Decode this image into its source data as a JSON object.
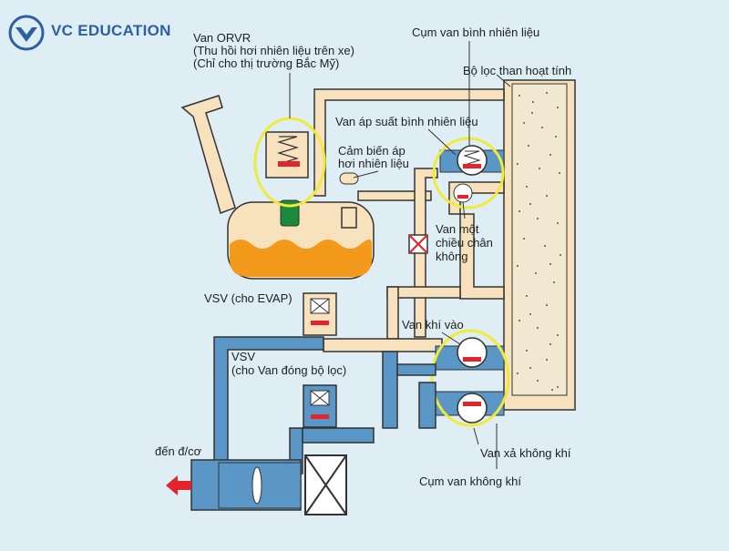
{
  "brand": {
    "name": "VC EDUCATION",
    "logo": "vc-education-logo"
  },
  "labels": {
    "orvr_line1": "Van ORVR",
    "orvr_line2": "(Thu hồi hơi nhiên liệu trên xe)",
    "orvr_line3": "(Chỉ cho thị trường Bắc Mỹ)",
    "tank_valve_assembly": "Cụm van bình nhiên liệu",
    "charcoal_canister": "Bộ lọc than hoạt tính",
    "tank_pressure_valve": "Van áp suất bình nhiên liệu",
    "vapor_sensor_line1": "Cảm biến áp",
    "vapor_sensor_line2": "hơi nhiên liệu",
    "vacuum_check_line1": "Van một",
    "vacuum_check_line2": "chiều chân",
    "vacuum_check_line3": "không",
    "vsv_evap": "VSV (cho EVAP)",
    "air_inlet_valve": "Van khí vào",
    "vsv_closed_line1": "VSV",
    "vsv_closed_line2": "(cho Van đóng bộ lọc)",
    "to_engine": "đến đ/cơ",
    "air_drain_valve": "Van xả không khí",
    "air_valve_assembly": "Cụm van không khí"
  },
  "colors": {
    "background": "#dfeef4",
    "pipe_beige": "#f7e2bd",
    "pipe_blue": "#5b97c6",
    "fuel": "#f39a1c",
    "highlight": "#f1ea3a",
    "valve_red": "#e3242b",
    "arrow_red": "#e3242b",
    "sensor_green": "#1c8a3c"
  }
}
